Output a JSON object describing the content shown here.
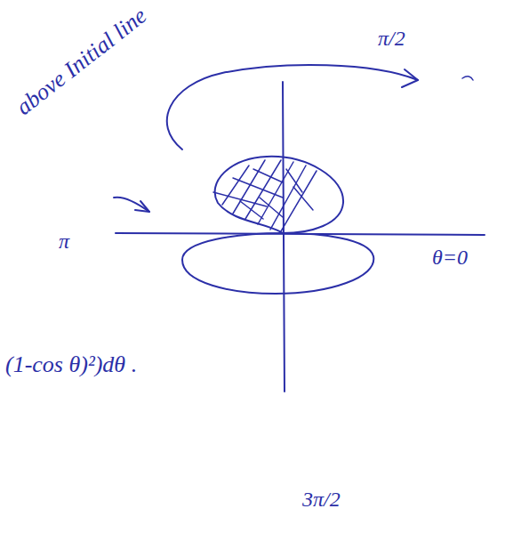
{
  "diagram": {
    "labels": [
      "above Initial line",
      "π/2",
      "π",
      "θ=0",
      "(1-cos θ)²)dθ .",
      "3π/2"
    ]
  }
}
